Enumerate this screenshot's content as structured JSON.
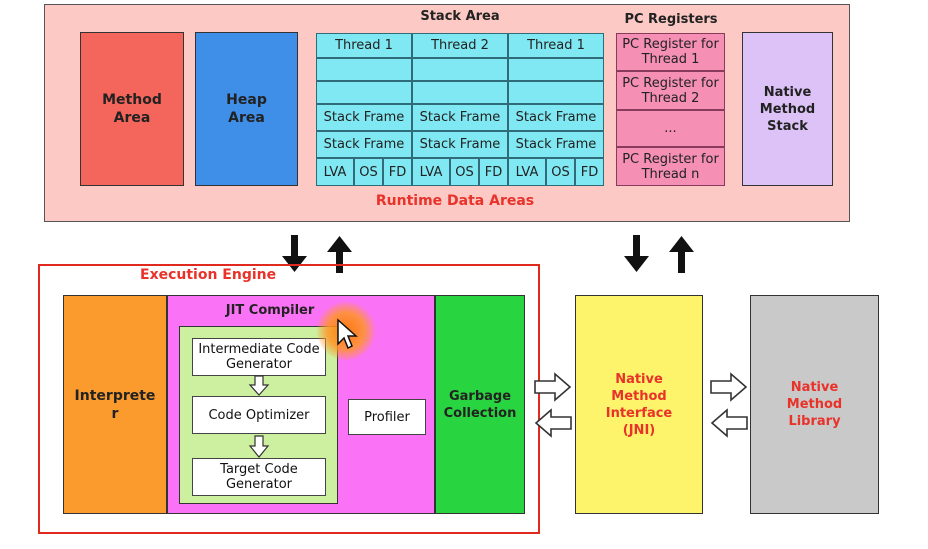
{
  "runtime": {
    "label": "Runtime Data Areas",
    "method_area": "Method Area",
    "heap_area": "Heap Area",
    "stack_area": {
      "title": "Stack Area",
      "threads": [
        "Thread 1",
        "Thread 2",
        "Thread 1"
      ],
      "stack_frame": "Stack Frame",
      "lva": "LVA",
      "os": "OS",
      "fd": "FD"
    },
    "pc_registers": {
      "title": "PC Registers",
      "items": [
        "PC Register for Thread 1",
        "PC Register for Thread 2",
        "...",
        "PC Register for Thread n"
      ]
    },
    "native_method_stack": "Native Method Stack"
  },
  "execution_engine": {
    "label": "Execution Engine",
    "interpreter": "Interpreter",
    "jit_compiler": "JIT Compiler",
    "intermediate_code_generator": "Intermediate Code Generator",
    "code_optimizer": "Code Optimizer",
    "target_code_generator": "Target Code Generator",
    "profiler": "Profiler",
    "garbage_collection": "Garbage Collection"
  },
  "native_interface": "Native Method Interface (JNI)",
  "native_library": "Native Method Library",
  "colors": {
    "runtime_bg": "#fcc9c4",
    "method_area": "#f4655b",
    "heap_area": "#3f8ee8",
    "stack_cell": "#7fe8f2",
    "pc_cell": "#f58fb4",
    "native_stack": "#dcc2f7",
    "interpreter": "#fb9a2d",
    "jit": "#fa73f6",
    "jit_inner": "#cdefa0",
    "garbage": "#28d43f",
    "jni": "#fdf46c",
    "library": "#c9c9c9",
    "accent_red": "#e8322a"
  }
}
